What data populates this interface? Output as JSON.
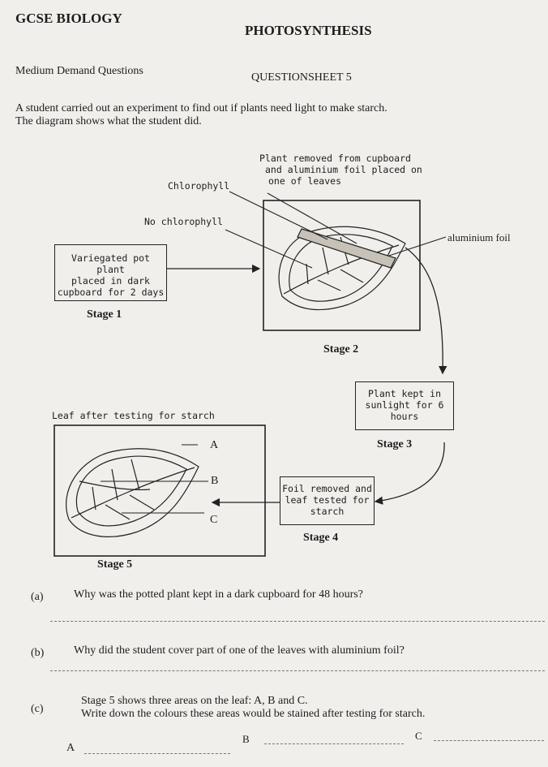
{
  "header": {
    "subject": "GCSE BIOLOGY",
    "topic": "PHOTOSYNTHESIS",
    "level": "Medium Demand Questions",
    "sheet": "QUESTIONSHEET 5"
  },
  "intro": {
    "line1": "A student carried out an experiment to find out if plants need light to make starch.",
    "line2": "The diagram shows what the student did."
  },
  "diagram": {
    "label_removed_1": "Plant removed from cupboard",
    "label_removed_2": "and aluminium foil placed on",
    "label_removed_3": "one of leaves",
    "label_chlorophyll": "Chlorophyll",
    "label_no_chlorophyll": "No chlorophyll",
    "label_foil": "aluminium foil",
    "stage1_box": [
      "Variegated pot plant",
      "placed in dark",
      "cupboard for 2 days"
    ],
    "stage1": "Stage 1",
    "stage2": "Stage 2",
    "stage3_box": [
      "Plant kept in",
      "sunlight for 6",
      "hours"
    ],
    "stage3": "Stage 3",
    "stage4_box": [
      "Foil removed and",
      "leaf tested for",
      "starch"
    ],
    "stage4": "Stage 4",
    "leaf_after": "Leaf after testing for starch",
    "area_a": "A",
    "area_b": "B",
    "area_c": "C",
    "stage5": "Stage 5"
  },
  "questions": {
    "a_label": "(a)",
    "a_text": "Why was the potted plant kept in a dark cupboard for 48 hours?",
    "b_label": "(b)",
    "b_text": "Why did the student cover part of one of the leaves with aluminium foil?",
    "c_label": "(c)",
    "c_text1": "Stage 5 shows three areas on the leaf: A, B and C.",
    "c_text2": "Write down the colours these areas would be stained after testing for starch.",
    "ans_a": "A",
    "ans_b": "B",
    "ans_c": "C"
  }
}
